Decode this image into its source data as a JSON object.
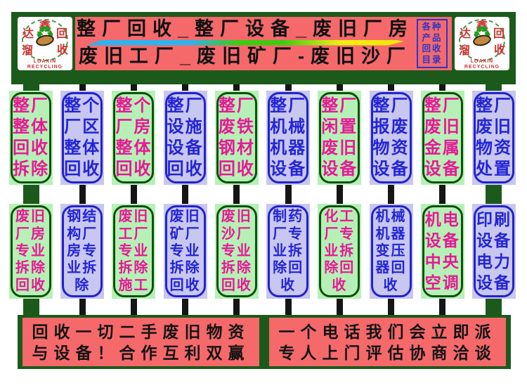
{
  "logo": {
    "char_top": "鑫",
    "char_left": "达",
    "char_right": "回",
    "char_bottom_left": "溜",
    "char_bottom_right": "收",
    "recycle_symbol": "♻",
    "brand_line1": "LOAXIN",
    "brand_line2": "RECYCLING"
  },
  "header": {
    "line1": "整厂回收_整厂设备_废旧厂房",
    "line2": "废旧工厂_废旧矿厂-废旧沙厂",
    "catalog": {
      "lines": [
        "各种",
        "产品",
        "回收",
        "目录"
      ]
    }
  },
  "cards": {
    "row1": [
      {
        "variant": "green",
        "lines": [
          "整厂",
          "整体",
          "回收",
          "拆除"
        ]
      },
      {
        "variant": "blue",
        "lines": [
          "整个",
          "厂区",
          "整体",
          "回收"
        ]
      },
      {
        "variant": "green",
        "lines": [
          "整个",
          "厂房",
          "整体",
          "回收"
        ]
      },
      {
        "variant": "blue",
        "lines": [
          "整厂",
          "设施",
          "设备",
          "回收"
        ]
      },
      {
        "variant": "green",
        "lines": [
          "整厂",
          "废铁",
          "钢材",
          "回收"
        ]
      },
      {
        "variant": "blue",
        "lines": [
          "整厂",
          "机械",
          "机器",
          "设备"
        ]
      },
      {
        "variant": "green",
        "lines": [
          "整厂",
          "闲置",
          "废旧",
          "设备"
        ]
      },
      {
        "variant": "blue",
        "lines": [
          "整厂",
          "报废",
          "物资",
          "设备"
        ]
      },
      {
        "variant": "green",
        "lines": [
          "整厂",
          "废旧",
          "金属",
          "设备"
        ]
      },
      {
        "variant": "blue",
        "lines": [
          "整厂",
          "废旧",
          "物资",
          "处置"
        ]
      }
    ],
    "row2": [
      {
        "variant": "green",
        "lines": [
          "废旧",
          "厂房",
          "专业",
          "拆除",
          "回收"
        ]
      },
      {
        "variant": "blue",
        "lines": [
          "钢结",
          "构厂",
          "房专",
          "业拆",
          "除"
        ]
      },
      {
        "variant": "green",
        "lines": [
          "废旧",
          "工厂",
          "专业",
          "拆除",
          "施工"
        ]
      },
      {
        "variant": "blue",
        "lines": [
          "废旧",
          "矿厂",
          "专业",
          "拆除",
          "回收"
        ]
      },
      {
        "variant": "green",
        "lines": [
          "废旧",
          "沙厂",
          "专业",
          "拆除",
          "回收"
        ]
      },
      {
        "variant": "blue",
        "lines": [
          "制药",
          "厂专",
          "业拆",
          "除回",
          "收"
        ]
      },
      {
        "variant": "green",
        "lines": [
          "化工",
          "厂专",
          "业拆",
          "除回",
          "收"
        ]
      },
      {
        "variant": "blue",
        "lines": [
          "机械",
          "机器",
          "变压",
          "器回",
          "收"
        ]
      },
      {
        "variant": "green",
        "lines": [
          "机电",
          "设备",
          "中央",
          "空调"
        ]
      },
      {
        "variant": "blue",
        "lines": [
          "印刷",
          "设备",
          "电力",
          "设备"
        ]
      }
    ]
  },
  "footer": {
    "left": {
      "line1": "回收一切二手废旧物资",
      "line2": "与设备！合作互利双赢"
    },
    "right": {
      "line1": "一个电话我们会立即派",
      "line2": "专人上门评估协商洽谈"
    }
  },
  "colors": {
    "frame_green": "#1c5a1c",
    "banner_red": "#f5696b",
    "card_green_bg": "#b7f0b7",
    "card_green_border": "#0b520b",
    "card_green_text": "#e81896",
    "card_blue_bg": "#c7c7f0",
    "card_blue_border": "#2222cc",
    "card_blue_text": "#2424d6",
    "catalog_blue": "#2a36cc",
    "logo_red": "#cf3232",
    "stripe_gradient": [
      "#2fb2ef",
      "#3ecb10",
      "#f8e400"
    ],
    "pole_black": "#151515",
    "text_black": "#101010"
  }
}
